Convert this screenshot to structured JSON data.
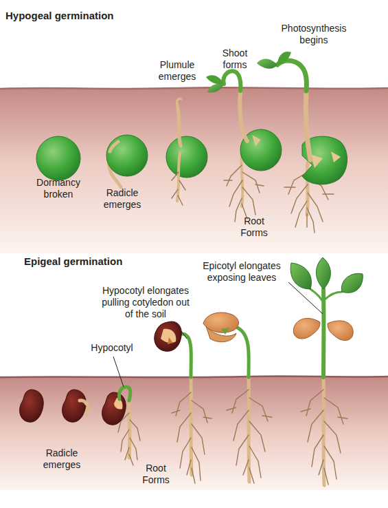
{
  "diagram": {
    "labels": [
      "Hypogeal germination",
      "Photosynthesis begins",
      "Plumule emerges",
      "Shoot forms",
      "Dormancy broken",
      "Radicle emerges",
      "Root Forms",
      "Epigeal germination",
      "Epicotyl elongates exposing leaves",
      "Hypocotyl elongates pulling cotyledon out of the soil",
      "Hypocotyl",
      "Radicle emerges",
      "Root Forms"
    ]
  }
}
